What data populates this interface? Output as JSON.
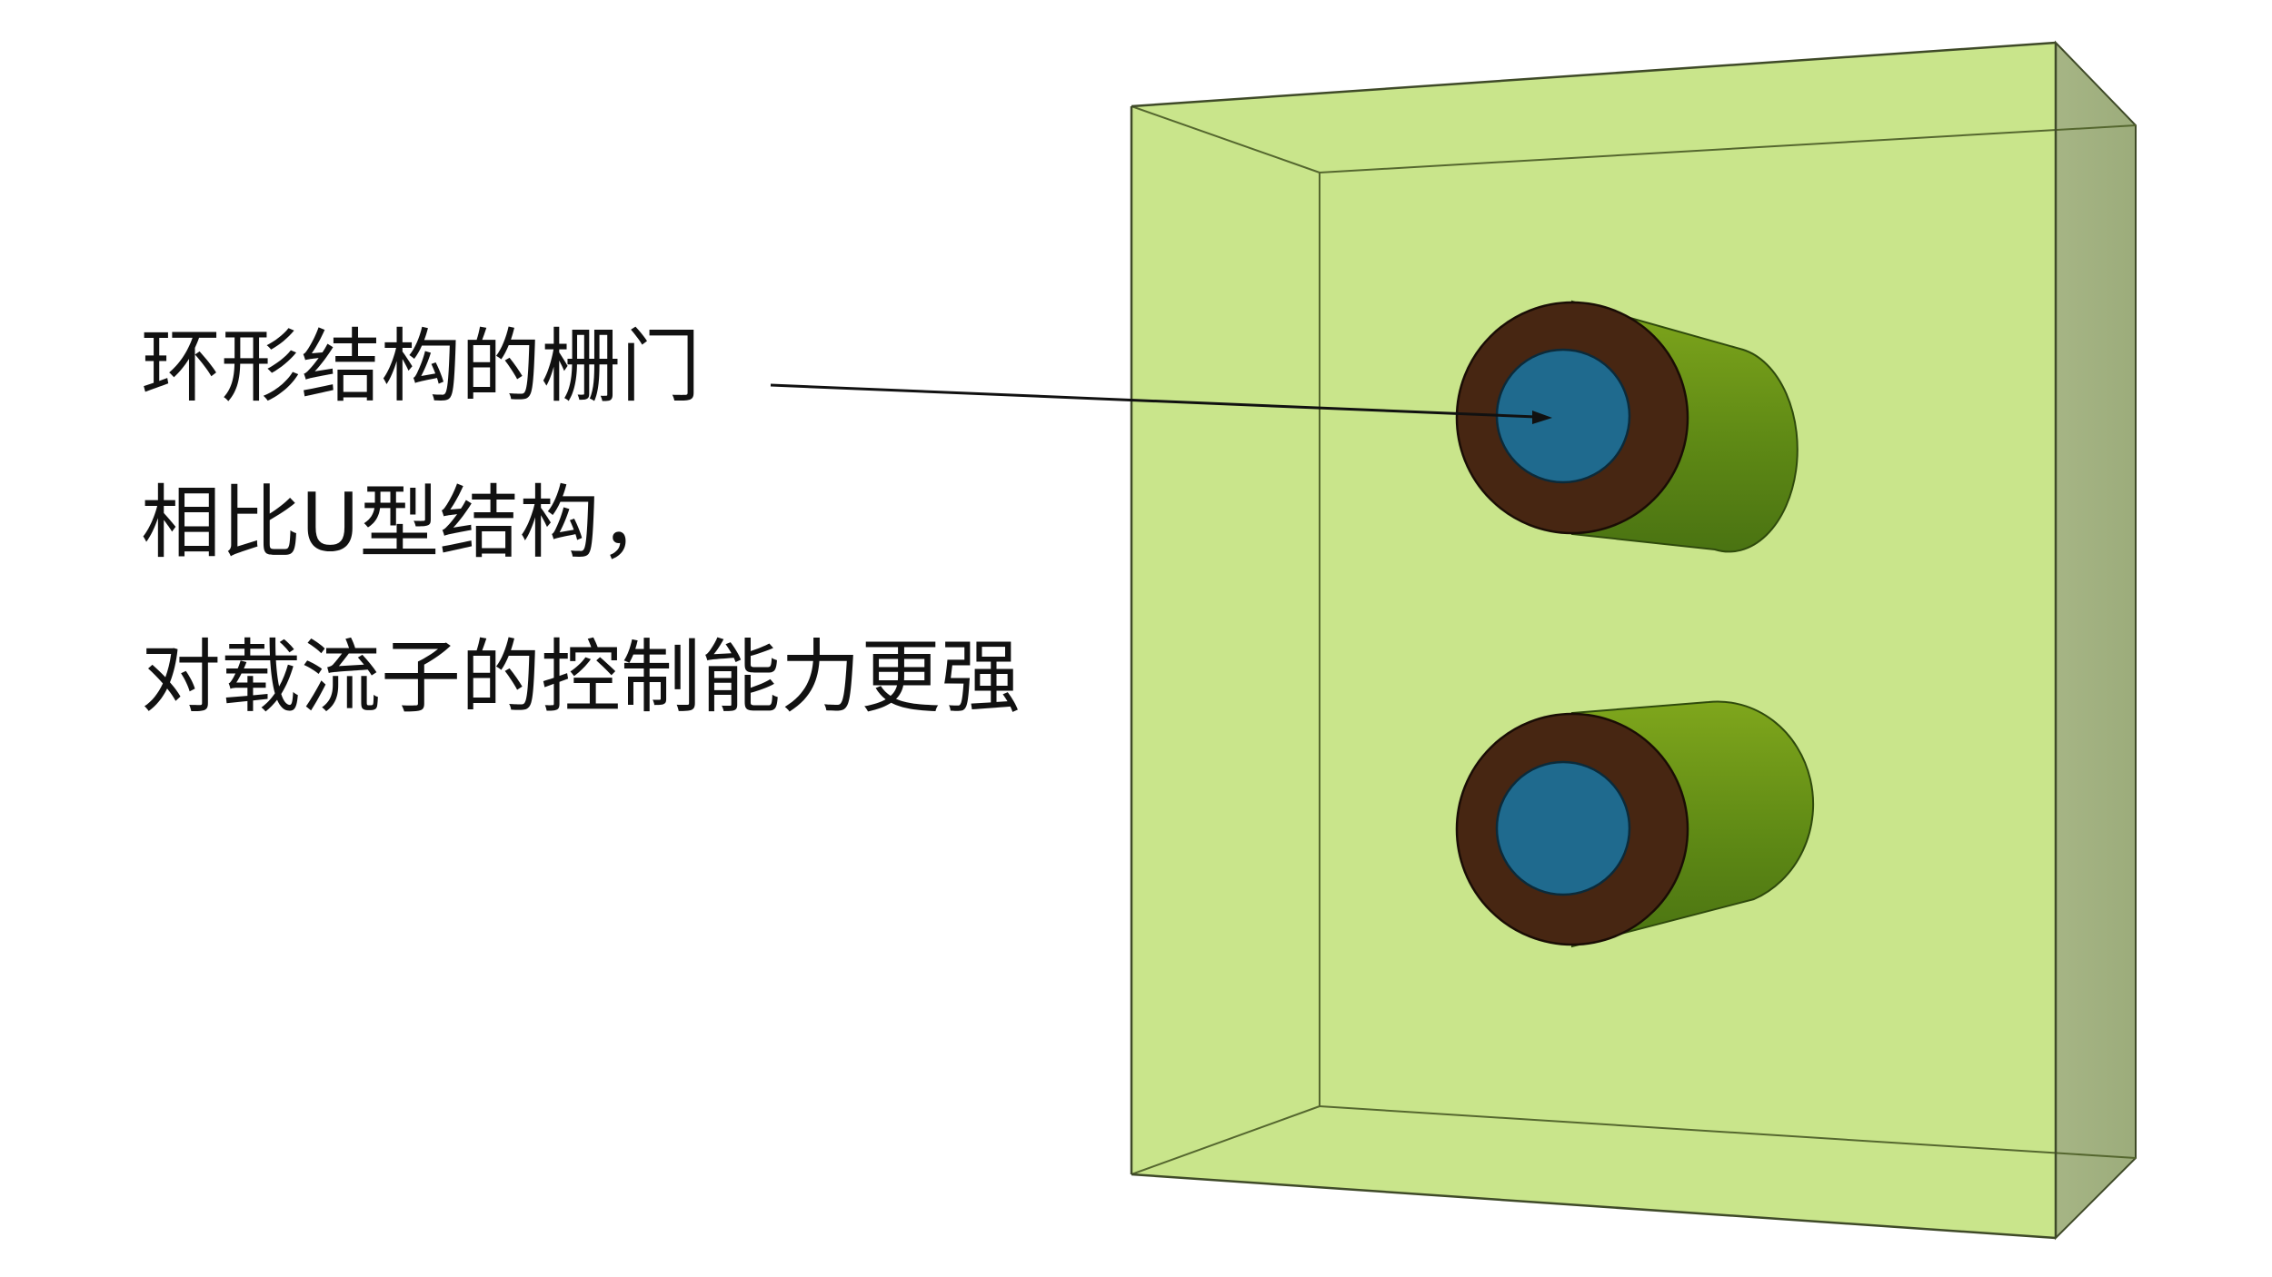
{
  "annotation": {
    "lines": [
      "环形结构的栅门",
      "相比U型结构，",
      "对载流子的控制能力更强"
    ]
  },
  "colors": {
    "box_face": "#c9e58b",
    "box_side": "#a3b281",
    "box_edge": "#4a5a2a",
    "gate_ring": "#472612",
    "channel_core": "#1f6a8e",
    "cylinder_body_light": "#7aa019",
    "cylinder_body_dark": "#4f7814",
    "arrow": "#111111"
  },
  "icons": [
    "arrow-pointer"
  ]
}
